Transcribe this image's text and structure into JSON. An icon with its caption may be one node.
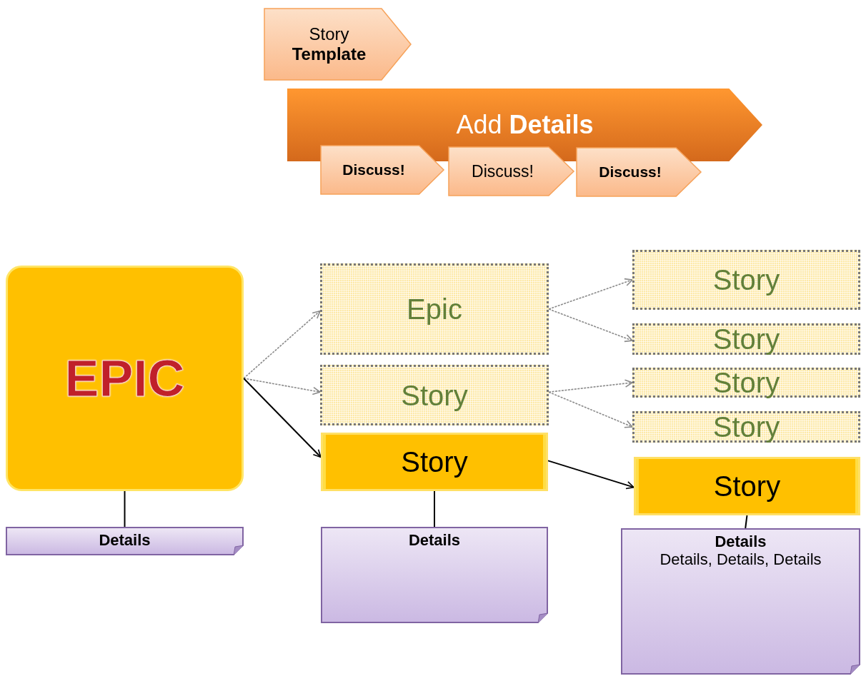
{
  "diagram": {
    "nodes": [
      {
        "text": [
          "Story **Template**"
        ]
      },
      {
        "text": [
          "Add **Details**"
        ]
      },
      {
        "text": [
          "Discuss!"
        ]
      },
      {
        "text": [
          "Discuss!"
        ]
      },
      {
        "text": [
          "Discuss!"
        ]
      },
      {
        "text": [
          "EPIC"
        ]
      },
      {
        "text": [
          "Epic"
        ]
      },
      {
        "text": [
          "Story"
        ]
      },
      {
        "text": [
          "Story"
        ]
      },
      {
        "text": [
          "Story"
        ]
      },
      {
        "text": [
          "Story"
        ]
      },
      {
        "text": [
          "Story"
        ]
      },
      {
        "text": [
          "Story"
        ]
      },
      {
        "text": [
          "Story"
        ]
      },
      {
        "text": [
          "Details"
        ]
      },
      {
        "text": [
          "Details"
        ]
      },
      {
        "text": [
          "Details",
          "Details, Details, Details"
        ]
      }
    ],
    "edges": [
      {
        "from": 5,
        "to": 6,
        "arrow": "to",
        "style": "dashed"
      },
      {
        "from": 5,
        "to": 7,
        "arrow": "to",
        "style": "dashed"
      },
      {
        "from": 5,
        "to": 8,
        "arrow": "to",
        "color": "#000000"
      },
      {
        "from": 6,
        "to": 9,
        "arrow": "to",
        "style": "dashed"
      },
      {
        "from": 6,
        "to": 10,
        "arrow": "to",
        "style": "dashed"
      },
      {
        "from": 7,
        "to": 11,
        "arrow": "to",
        "style": "dashed"
      },
      {
        "from": 7,
        "to": 12,
        "arrow": "to",
        "style": "dashed"
      },
      {
        "from": 8,
        "to": 13,
        "arrow": "to",
        "color": "#000000"
      },
      {
        "from": 5,
        "to": 14,
        "arrow": "none",
        "color": "#000000"
      },
      {
        "from": 8,
        "to": 15,
        "arrow": "none",
        "color": "#000000"
      },
      {
        "from": 13,
        "to": 16,
        "arrow": "none",
        "color": "#000000"
      }
    ]
  }
}
